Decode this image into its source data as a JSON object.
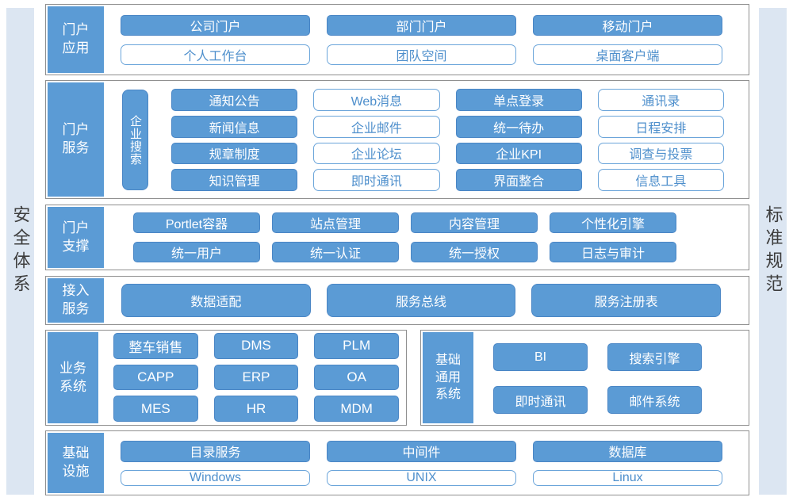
{
  "colors": {
    "box_filled": "#5B9BD5",
    "box_filled_border": "#4A86C5",
    "box_outline_border": "#6BA5DA",
    "box_outline_text": "#4E8FCC",
    "panel_border": "#8F8F8F",
    "sidebar_bg": "#DCE6F2",
    "sidebar_text": "#3D3D3D"
  },
  "sidebars": {
    "left": "安全体系",
    "right": "标准规范"
  },
  "rows": {
    "portal_apps": {
      "label": "门户应用",
      "filled": [
        "公司门户",
        "部门门户",
        "移动门户"
      ],
      "outlined": [
        "个人工作台",
        "团队空间",
        "桌面客户端"
      ]
    },
    "portal_services": {
      "label": "门户服务",
      "side_box": "企业搜索",
      "col1": [
        "通知公告",
        "新闻信息",
        "规章制度",
        "知识管理"
      ],
      "col2": [
        "Web消息",
        "企业邮件",
        "企业论坛",
        "即时通讯"
      ],
      "col3": [
        "单点登录",
        "统一待办",
        "企业KPI",
        "界面整合"
      ],
      "col4": [
        "通讯录",
        "日程安排",
        "调查与投票",
        "信息工具"
      ]
    },
    "portal_support": {
      "label": "门户支撑",
      "row1": [
        "Portlet容器",
        "站点管理",
        "内容管理",
        "个性化引擎"
      ],
      "row2": [
        "统一用户",
        "统一认证",
        "统一授权",
        "日志与审计"
      ]
    },
    "access_services": {
      "label": "接入服务",
      "items": [
        "数据适配",
        "服务总线",
        "服务注册表"
      ]
    },
    "business_systems": {
      "label": "业务系统",
      "items": [
        "整车销售",
        "DMS",
        "PLM",
        "CAPP",
        "ERP",
        "OA",
        "MES",
        "HR",
        "MDM"
      ]
    },
    "common_systems": {
      "label": "基础通用系统",
      "items": [
        "BI",
        "搜索引擎",
        "即时通讯",
        "邮件系统"
      ]
    },
    "infrastructure": {
      "label": "基础设施",
      "filled": [
        "目录服务",
        "中间件",
        "数据库"
      ],
      "outlined": [
        "Windows",
        "UNIX",
        "Linux"
      ]
    }
  }
}
